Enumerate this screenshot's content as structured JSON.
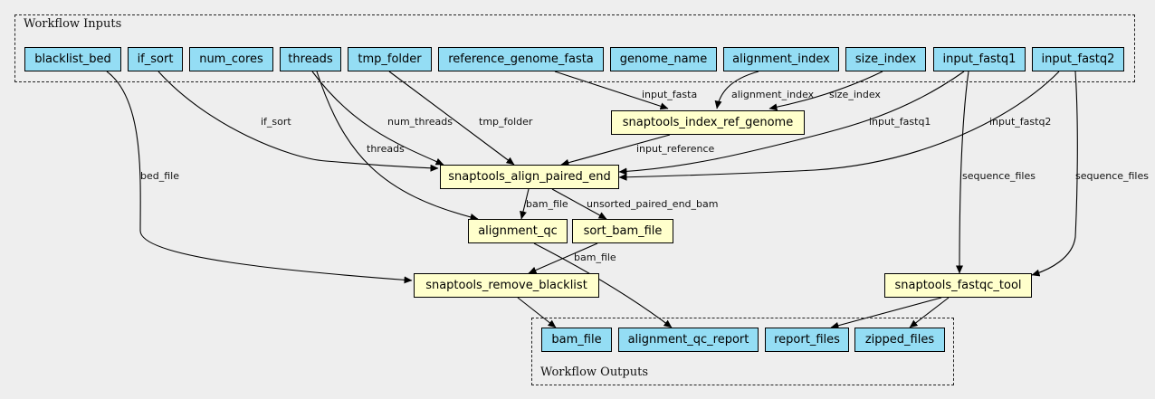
{
  "clusters": {
    "inputs_label": "Workflow Inputs",
    "outputs_label": "Workflow Outputs"
  },
  "inputs": {
    "blacklist_bed": "blacklist_bed",
    "if_sort": "if_sort",
    "num_cores": "num_cores",
    "threads": "threads",
    "tmp_folder": "tmp_folder",
    "reference_genome_fasta": "reference_genome_fasta",
    "genome_name": "genome_name",
    "alignment_index": "alignment_index",
    "size_index": "size_index",
    "input_fastq1": "input_fastq1",
    "input_fastq2": "input_fastq2"
  },
  "steps": {
    "index_ref_genome": "snaptools_index_ref_genome",
    "align_paired_end": "snaptools_align_paired_end",
    "alignment_qc": "alignment_qc",
    "sort_bam_file": "sort_bam_file",
    "remove_blacklist": "snaptools_remove_blacklist",
    "fastqc_tool": "snaptools_fastqc_tool"
  },
  "outputs": {
    "bam_file": "bam_file",
    "alignment_qc_report": "alignment_qc_report",
    "report_files": "report_files",
    "zipped_files": "zipped_files"
  },
  "edge_labels": {
    "input_fasta": "input_fasta",
    "alignment_index": "alignment_index",
    "size_index": "size_index",
    "if_sort": "if_sort",
    "num_threads": "num_threads",
    "tmp_folder": "tmp_folder",
    "threads": "threads",
    "input_reference": "input_reference",
    "input_fastq1": "input_fastq1",
    "input_fastq2": "input_fastq2",
    "bed_file": "bed_file",
    "bam_file_qc": "bam_file",
    "unsorted_paired_end_bam": "unsorted_paired_end_bam",
    "bam_file_sorted": "bam_file",
    "sequence_files_1": "sequence_files",
    "sequence_files_2": "sequence_files"
  }
}
